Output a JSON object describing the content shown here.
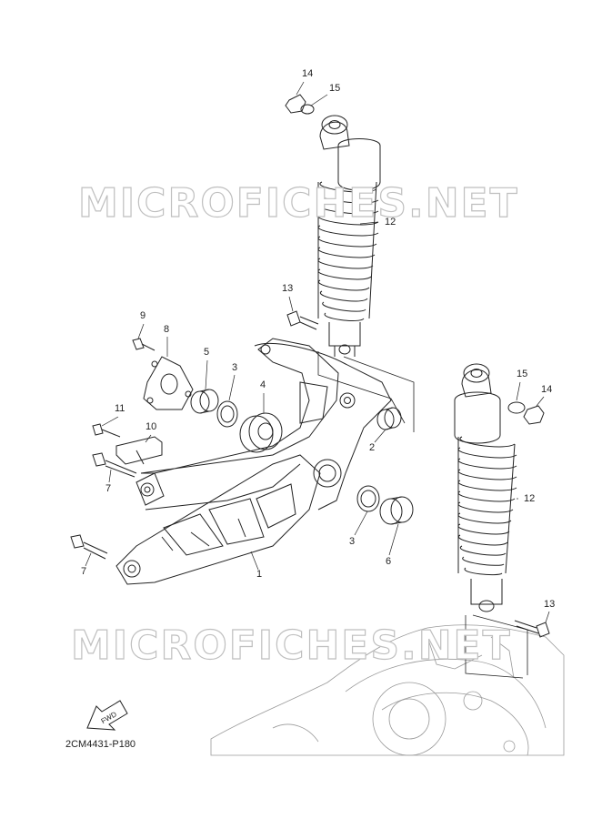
{
  "watermark": "MICROFICHES.NET",
  "diagram_code": "2CM4431-P180",
  "fwd_label": "FWD",
  "callouts": [
    {
      "id": "c14a",
      "text": "14"
    },
    {
      "id": "c15a",
      "text": "15"
    },
    {
      "id": "c12a",
      "text": "12"
    },
    {
      "id": "c13a",
      "text": "13"
    },
    {
      "id": "c9",
      "text": "9"
    },
    {
      "id": "c8",
      "text": "8"
    },
    {
      "id": "c5",
      "text": "5"
    },
    {
      "id": "c3a",
      "text": "3"
    },
    {
      "id": "c4",
      "text": "4"
    },
    {
      "id": "c11",
      "text": "11"
    },
    {
      "id": "c10",
      "text": "10"
    },
    {
      "id": "c7a",
      "text": "7"
    },
    {
      "id": "c2",
      "text": "2"
    },
    {
      "id": "c15b",
      "text": "15"
    },
    {
      "id": "c14b",
      "text": "14"
    },
    {
      "id": "c12b",
      "text": "12"
    },
    {
      "id": "c3b",
      "text": "3"
    },
    {
      "id": "c6",
      "text": "6"
    },
    {
      "id": "c7b",
      "text": "7"
    },
    {
      "id": "c1",
      "text": "1"
    },
    {
      "id": "c13b",
      "text": "13"
    }
  ]
}
